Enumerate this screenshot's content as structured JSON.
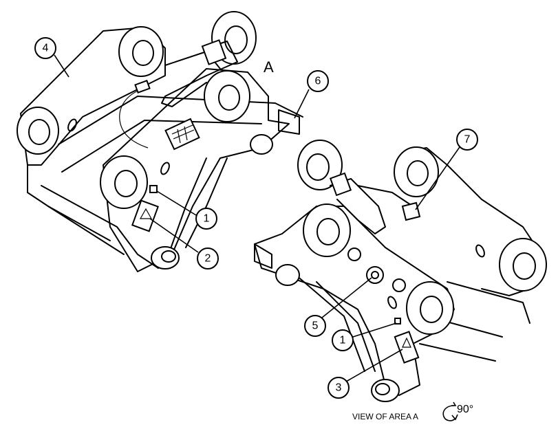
{
  "figure": {
    "area_label": "A",
    "view_caption": "VIEW OF AREA A",
    "rotation_label": "90°",
    "callouts": [
      "4",
      "6",
      "7",
      "1",
      "2",
      "5",
      "1",
      "3"
    ]
  }
}
